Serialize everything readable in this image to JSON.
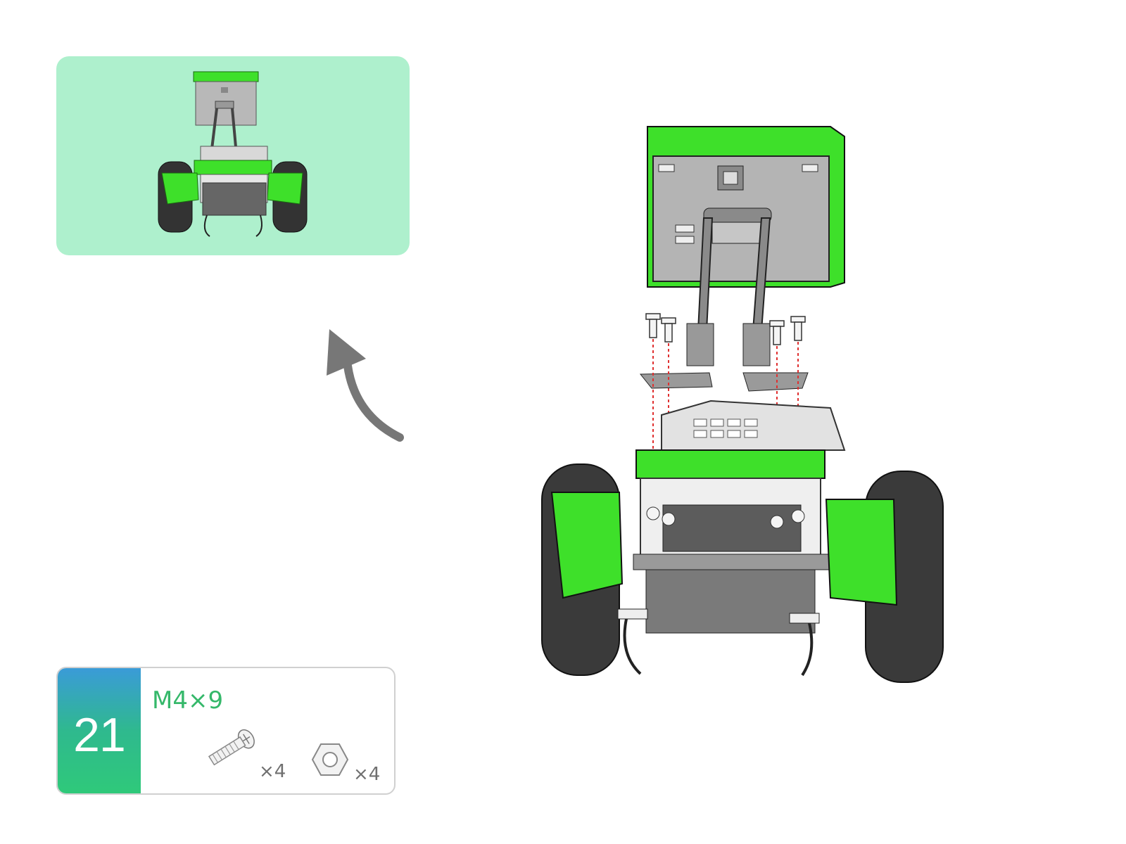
{
  "step": {
    "number": "21"
  },
  "parts": {
    "name": "M4×9",
    "items": [
      {
        "icon": "screw-icon",
        "quantity": "×4"
      },
      {
        "icon": "nut-icon",
        "quantity": "×4"
      }
    ]
  },
  "colors": {
    "part_green": "#3ee02a",
    "panel_bg": "#aef0cd",
    "arrow": "#777777",
    "guide_line": "#e03030",
    "badge_top": "#3a9bd8",
    "badge_bottom": "#2fc97a",
    "part_name_text": "#35b86a"
  }
}
